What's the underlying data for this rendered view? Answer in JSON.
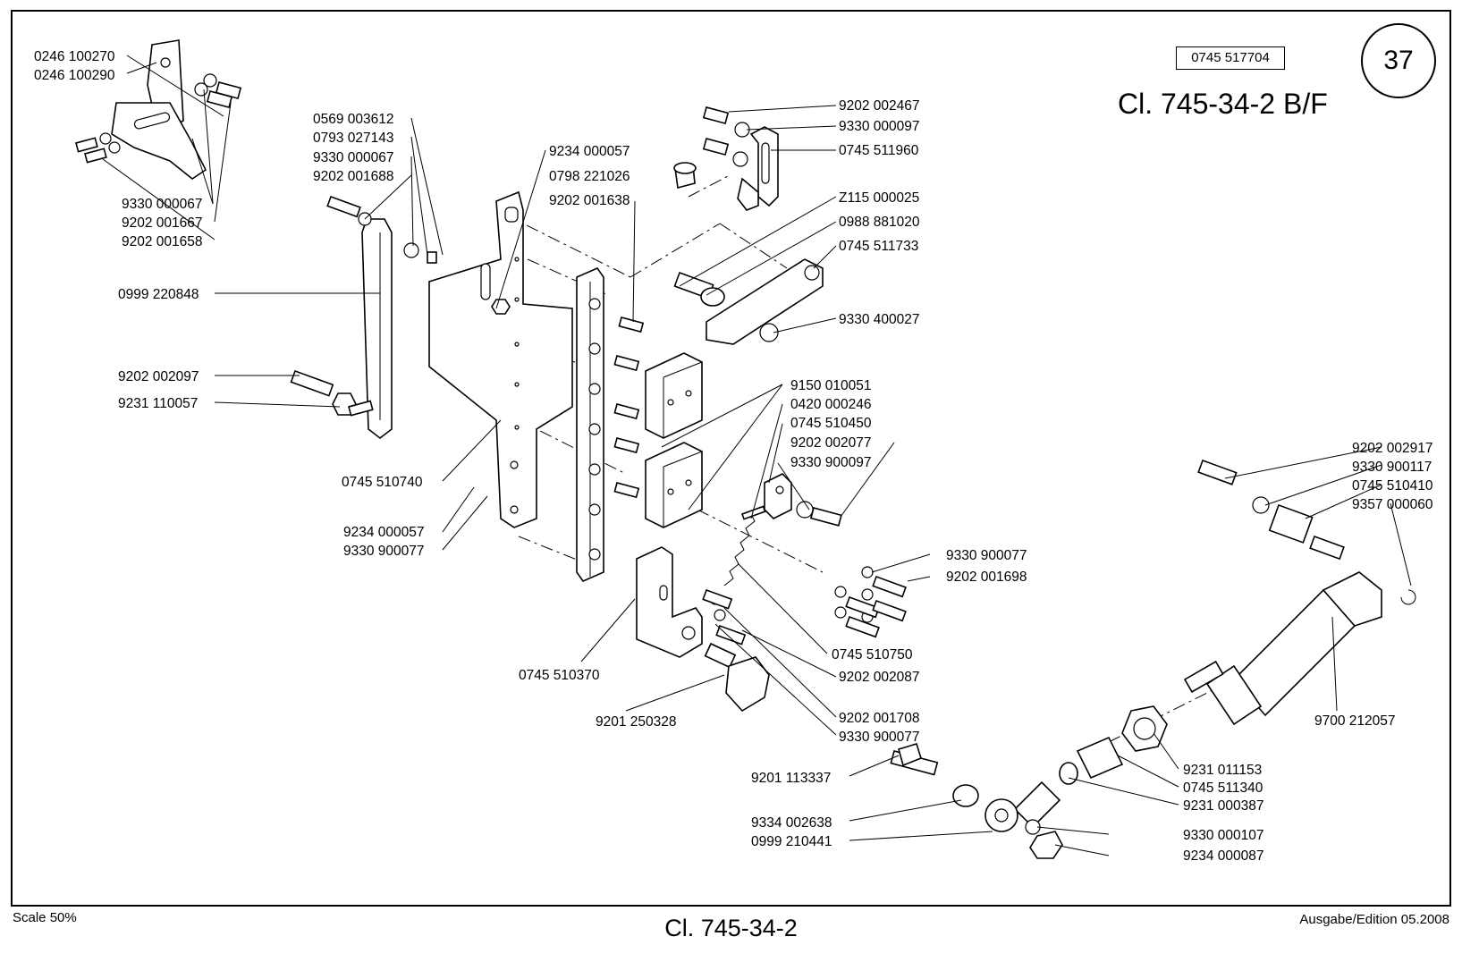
{
  "header": {
    "sheet_number": "37",
    "reference_box": "0745 517704",
    "title": "Cl. 745-34-2 B/F"
  },
  "footer": {
    "scale": "Scale 50%",
    "title": "Cl. 745-34-2",
    "edition": "Ausgabe/Edition 05.2008"
  },
  "labels": [
    {
      "id": "l01",
      "text": "0246 100270"
    },
    {
      "id": "l02",
      "text": "0246 100290"
    },
    {
      "id": "l03",
      "text": "9330 000067"
    },
    {
      "id": "l04",
      "text": "9202 001667"
    },
    {
      "id": "l05",
      "text": "9202 001658"
    },
    {
      "id": "l06",
      "text": "0569 003612"
    },
    {
      "id": "l07",
      "text": "0793 027143"
    },
    {
      "id": "l08",
      "text": "9330 000067"
    },
    {
      "id": "l09",
      "text": "9202 001688"
    },
    {
      "id": "l10",
      "text": "0999 220848"
    },
    {
      "id": "l11",
      "text": "9202 002097"
    },
    {
      "id": "l12",
      "text": "9231 110057"
    },
    {
      "id": "l13",
      "text": "9234 000057"
    },
    {
      "id": "l14",
      "text": "0798 221026"
    },
    {
      "id": "l15",
      "text": "9202 001638"
    },
    {
      "id": "l16",
      "text": "0745 510740"
    },
    {
      "id": "l17",
      "text": "9234 000057"
    },
    {
      "id": "l18",
      "text": "9330 900077"
    },
    {
      "id": "l19",
      "text": "9202 002467"
    },
    {
      "id": "l20",
      "text": "9330 000097"
    },
    {
      "id": "l21",
      "text": "0745 511960"
    },
    {
      "id": "l22",
      "text": "Z115 000025"
    },
    {
      "id": "l23",
      "text": "0988 881020"
    },
    {
      "id": "l24",
      "text": "0745 511733"
    },
    {
      "id": "l25",
      "text": "9330 400027"
    },
    {
      "id": "l26",
      "text": "9150 010051"
    },
    {
      "id": "l27",
      "text": "0420 000246"
    },
    {
      "id": "l28",
      "text": "0745 510450"
    },
    {
      "id": "l29",
      "text": "9202 002077"
    },
    {
      "id": "l30",
      "text": "9330 900097"
    },
    {
      "id": "l31",
      "text": "9330 900077"
    },
    {
      "id": "l32",
      "text": "9202 001698"
    },
    {
      "id": "l33",
      "text": "0745 510750"
    },
    {
      "id": "l34",
      "text": "9202 002087"
    },
    {
      "id": "l35",
      "text": "0745 510370"
    },
    {
      "id": "l36",
      "text": "9201 250328"
    },
    {
      "id": "l37",
      "text": "9202 001708"
    },
    {
      "id": "l38",
      "text": "9330 900077"
    },
    {
      "id": "l39",
      "text": "9202 002917"
    },
    {
      "id": "l40",
      "text": "9330 900117"
    },
    {
      "id": "l41",
      "text": "0745 510410"
    },
    {
      "id": "l42",
      "text": "9357 000060"
    },
    {
      "id": "l43",
      "text": "9700 212057"
    },
    {
      "id": "l44",
      "text": "9231 011153"
    },
    {
      "id": "l45",
      "text": "0745 511340"
    },
    {
      "id": "l46",
      "text": "9231 000387"
    },
    {
      "id": "l47",
      "text": "9201 113337"
    },
    {
      "id": "l48",
      "text": "9334 002638"
    },
    {
      "id": "l49",
      "text": "0999 210441"
    },
    {
      "id": "l50",
      "text": "9330 000107"
    },
    {
      "id": "l51",
      "text": "9234 000087"
    }
  ]
}
